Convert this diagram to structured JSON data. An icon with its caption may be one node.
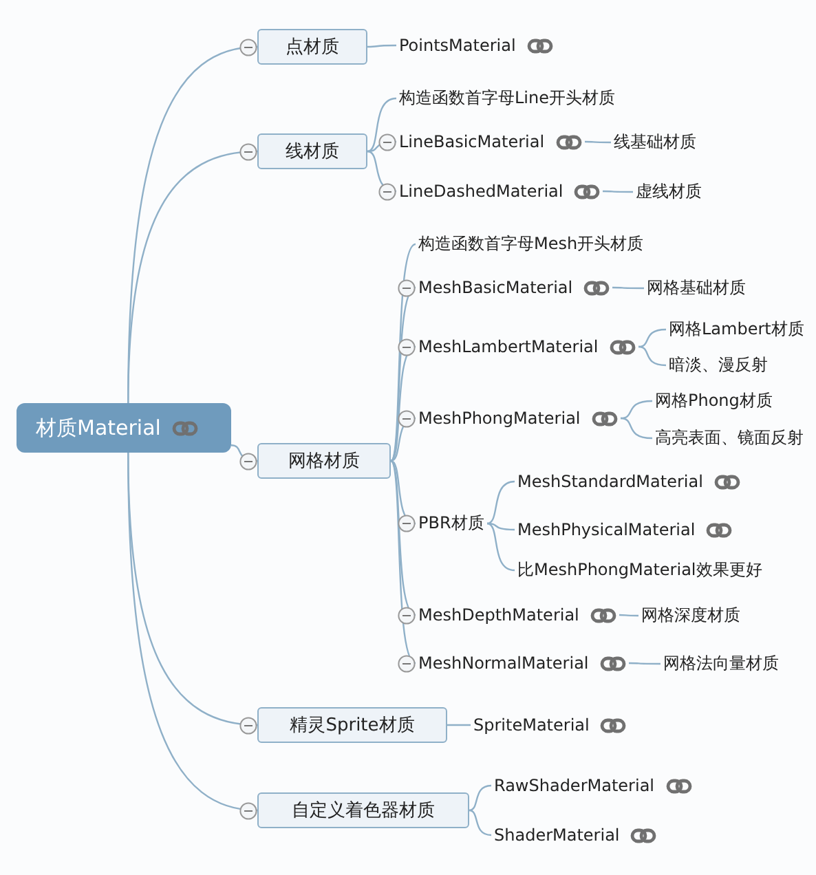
{
  "diagram": {
    "nodes": [
      {
        "text": [
          "材质Material"
        ]
      },
      {
        "text": [
          "点材质"
        ]
      },
      {
        "text": [
          "线材质"
        ]
      },
      {
        "text": [
          "网格材质"
        ]
      },
      {
        "text": [
          "精灵Sprite材质"
        ]
      },
      {
        "text": [
          "自定义着色器材质"
        ]
      },
      {
        "text": [
          "PointsMaterial"
        ]
      },
      {
        "text": [
          "构造函数首字母Line开头材质"
        ]
      },
      {
        "text": [
          "LineBasicMaterial"
        ]
      },
      {
        "text": [
          "线基础材质"
        ]
      },
      {
        "text": [
          "LineDashedMaterial"
        ]
      },
      {
        "text": [
          "虚线材质"
        ]
      },
      {
        "text": [
          "构造函数首字母Mesh开头材质"
        ]
      },
      {
        "text": [
          "MeshBasicMaterial"
        ]
      },
      {
        "text": [
          "网格基础材质"
        ]
      },
      {
        "text": [
          "MeshLambertMaterial"
        ]
      },
      {
        "text": [
          "网格Lambert材质"
        ]
      },
      {
        "text": [
          "暗淡、漫反射"
        ]
      },
      {
        "text": [
          "MeshPhongMaterial"
        ]
      },
      {
        "text": [
          "网格Phong材质"
        ]
      },
      {
        "text": [
          "高亮表面、镜面反射"
        ]
      },
      {
        "text": [
          "PBR材质"
        ]
      },
      {
        "text": [
          "MeshStandardMaterial"
        ]
      },
      {
        "text": [
          "MeshPhysicalMaterial"
        ]
      },
      {
        "text": [
          "比MeshPhongMaterial效果更好"
        ]
      },
      {
        "text": [
          "MeshDepthMaterial"
        ]
      },
      {
        "text": [
          "网格深度材质"
        ]
      },
      {
        "text": [
          "MeshNormalMaterial"
        ]
      },
      {
        "text": [
          "网格法向量材质"
        ]
      },
      {
        "text": [
          "SpriteMaterial"
        ]
      },
      {
        "text": [
          "RawShaderMaterial"
        ]
      },
      {
        "text": [
          "ShaderMaterial"
        ]
      }
    ],
    "edges": [
      {
        "from": 0,
        "to": 1,
        "arrow": "none"
      },
      {
        "from": 0,
        "to": 2,
        "arrow": "none"
      },
      {
        "from": 0,
        "to": 3,
        "arrow": "none"
      },
      {
        "from": 0,
        "to": 4,
        "arrow": "none"
      },
      {
        "from": 0,
        "to": 5,
        "arrow": "none"
      },
      {
        "from": 1,
        "to": 6,
        "arrow": "none"
      },
      {
        "from": 2,
        "to": 7,
        "arrow": "none"
      },
      {
        "from": 2,
        "to": 8,
        "arrow": "none"
      },
      {
        "from": 2,
        "to": 10,
        "arrow": "none"
      },
      {
        "from": 8,
        "to": 9,
        "arrow": "none"
      },
      {
        "from": 10,
        "to": 11,
        "arrow": "none"
      },
      {
        "from": 3,
        "to": 12,
        "arrow": "none"
      },
      {
        "from": 3,
        "to": 13,
        "arrow": "none"
      },
      {
        "from": 3,
        "to": 15,
        "arrow": "none"
      },
      {
        "from": 3,
        "to": 18,
        "arrow": "none"
      },
      {
        "from": 3,
        "to": 21,
        "arrow": "none"
      },
      {
        "from": 3,
        "to": 25,
        "arrow": "none"
      },
      {
        "from": 3,
        "to": 27,
        "arrow": "none"
      },
      {
        "from": 13,
        "to": 14,
        "arrow": "none"
      },
      {
        "from": 15,
        "to": 16,
        "arrow": "none"
      },
      {
        "from": 15,
        "to": 17,
        "arrow": "none"
      },
      {
        "from": 18,
        "to": 19,
        "arrow": "none"
      },
      {
        "from": 18,
        "to": 20,
        "arrow": "none"
      },
      {
        "from": 21,
        "to": 22,
        "arrow": "none"
      },
      {
        "from": 21,
        "to": 23,
        "arrow": "none"
      },
      {
        "from": 21,
        "to": 24,
        "arrow": "none"
      },
      {
        "from": 25,
        "to": 26,
        "arrow": "none"
      },
      {
        "from": 27,
        "to": 28,
        "arrow": "none"
      },
      {
        "from": 4,
        "to": 29,
        "arrow": "none"
      },
      {
        "from": 5,
        "to": 30,
        "arrow": "none"
      },
      {
        "from": 5,
        "to": 31,
        "arrow": "none"
      }
    ]
  }
}
